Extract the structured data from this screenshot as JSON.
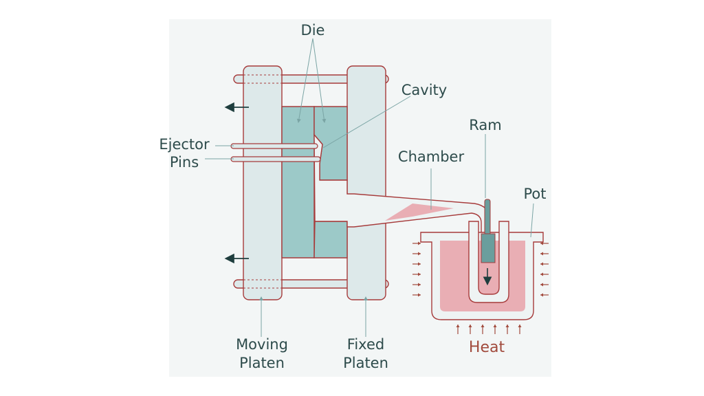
{
  "diagram": {
    "labels": {
      "die": "Die",
      "cavity": "Cavity",
      "ejector_line1": "Ejector",
      "ejector_line2": "Pins",
      "ram": "Ram",
      "chamber": "Chamber",
      "pot": "Pot",
      "moving_platen_line1": "Moving",
      "moving_platen_line2": "Platen",
      "fixed_platen_line1": "Fixed",
      "fixed_platen_line2": "Platen",
      "heat": "Heat"
    },
    "colors": {
      "outline": "#a63a3a",
      "platen_fill": "#dde9ea",
      "die_fill": "#9cc9c8",
      "molten_metal": "#e9aeb4",
      "label_text": "#2d4b4b",
      "heat_text": "#a14a3c",
      "arrow": "#1f3e3e"
    }
  }
}
